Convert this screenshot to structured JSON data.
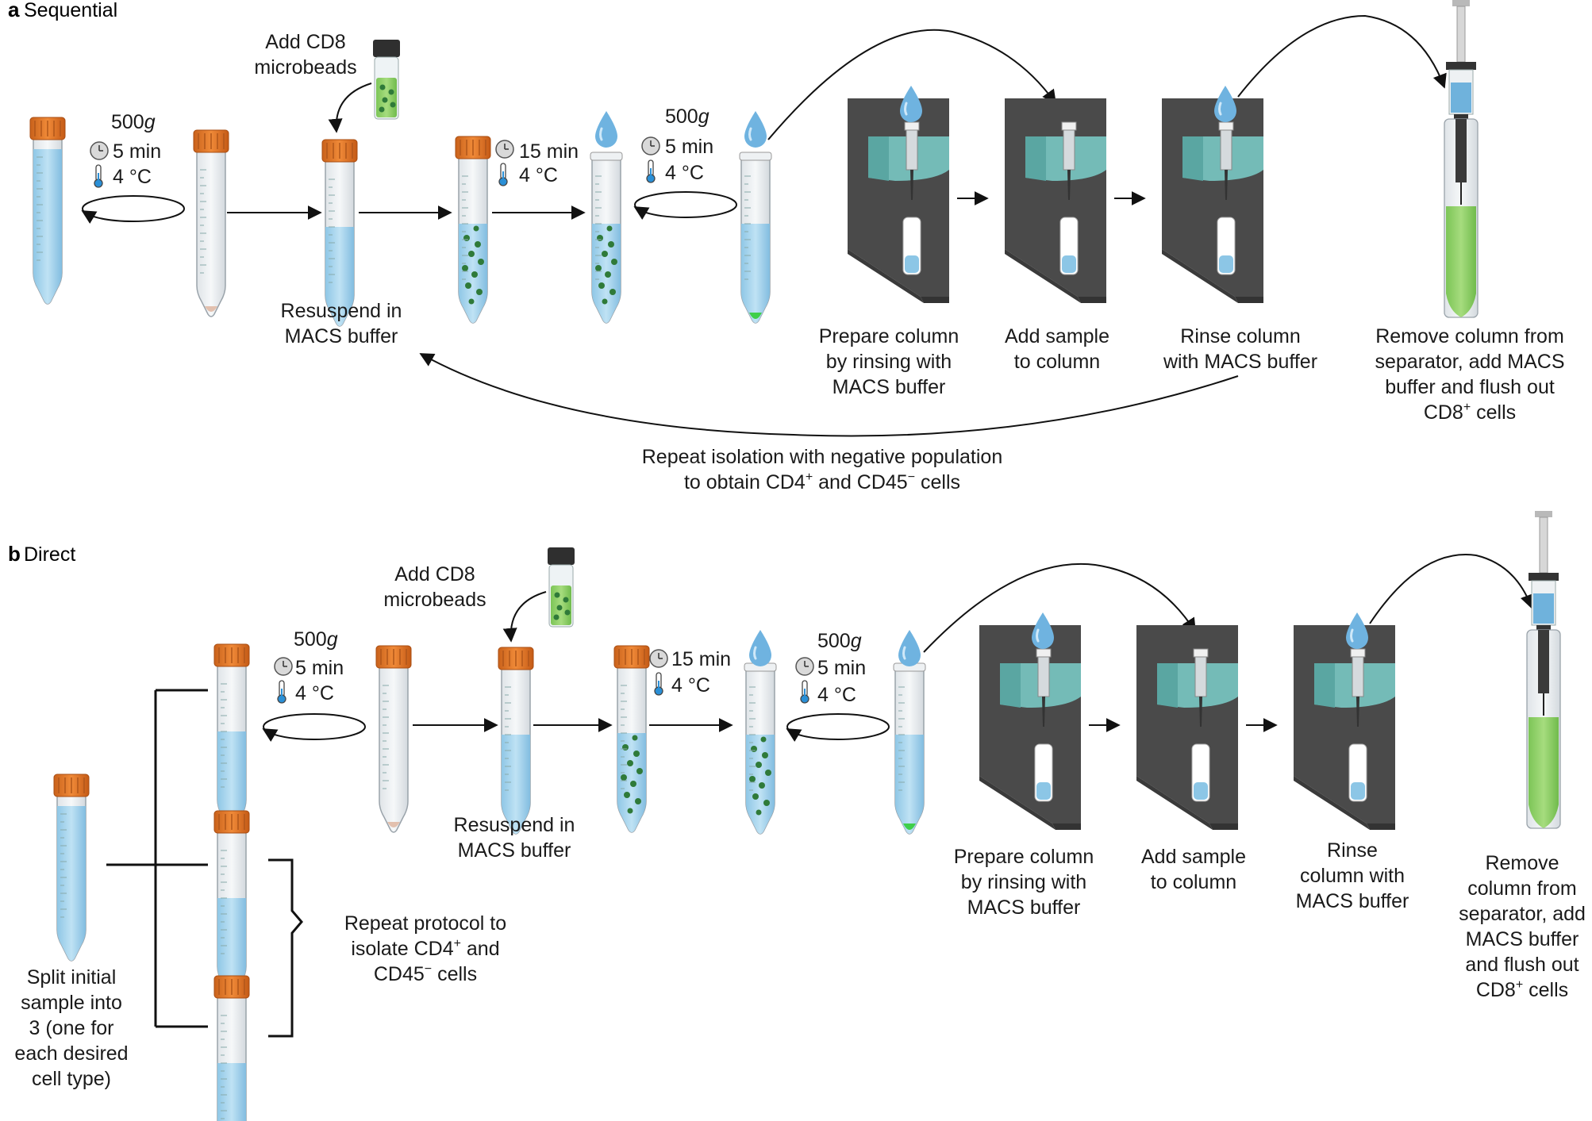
{
  "panel_a": {
    "letter": "a",
    "name": "Sequential",
    "centrifuge1": {
      "force": "500",
      "unit": "g",
      "time": "5 min",
      "temp": "4 °C"
    },
    "add_beads": [
      "Add CD8",
      "microbeads"
    ],
    "resuspend": [
      "Resuspend in",
      "MACS buffer"
    ],
    "incubate": {
      "time": "15 min",
      "temp": "4 °C"
    },
    "centrifuge2": {
      "force": "500",
      "unit": "g",
      "time": "5 min",
      "temp": "4 °C"
    },
    "steps": [
      [
        "Prepare column",
        "by rinsing with",
        "MACS buffer"
      ],
      [
        "Add sample",
        "to column"
      ],
      [
        "Rinse column",
        "with MACS buffer"
      ],
      [
        "Remove column from",
        "separator, add MACS",
        "buffer and flush out"
      ]
    ],
    "flush_last_cells": {
      "base": "CD8",
      "sup": "+",
      "rest": " cells"
    },
    "repeat": {
      "line1": "Repeat isolation with negative population",
      "line2_pre": "to obtain CD4",
      "line2_sup1": "+",
      "line2_mid": " and CD45",
      "line2_sup2": "−",
      "line2_post": " cells"
    }
  },
  "panel_b": {
    "letter": "b",
    "name": "Direct",
    "centrifuge1": {
      "force": "500",
      "unit": "g",
      "time": "5 min",
      "temp": "4 °C"
    },
    "add_beads": [
      "Add CD8",
      "microbeads"
    ],
    "resuspend": [
      "Resuspend in",
      "MACS buffer"
    ],
    "incubate": {
      "time": "15 min",
      "temp": "4 °C"
    },
    "centrifuge2": {
      "force": "500",
      "unit": "g",
      "time": "5 min",
      "temp": "4 °C"
    },
    "steps": [
      [
        "Prepare column",
        "by rinsing with",
        "MACS buffer"
      ],
      [
        "Add sample",
        "to column"
      ],
      [
        "Rinse",
        "column with",
        "MACS buffer"
      ],
      [
        "Remove",
        "column from",
        "separator, add",
        "MACS buffer",
        "and flush out"
      ]
    ],
    "flush_last_cells": {
      "base": "CD8",
      "sup": "+",
      "rest": " cells"
    },
    "split": [
      "Split initial",
      "sample into",
      "3 (one for",
      "each desired",
      "cell type)"
    ],
    "repeat": {
      "line1": "Repeat protocol to",
      "line2_pre": "isolate CD4",
      "line2_sup": "+",
      "line2_post": " and",
      "line3_pre": "CD45",
      "line3_sup": "−",
      "line3_post": " cells"
    }
  }
}
